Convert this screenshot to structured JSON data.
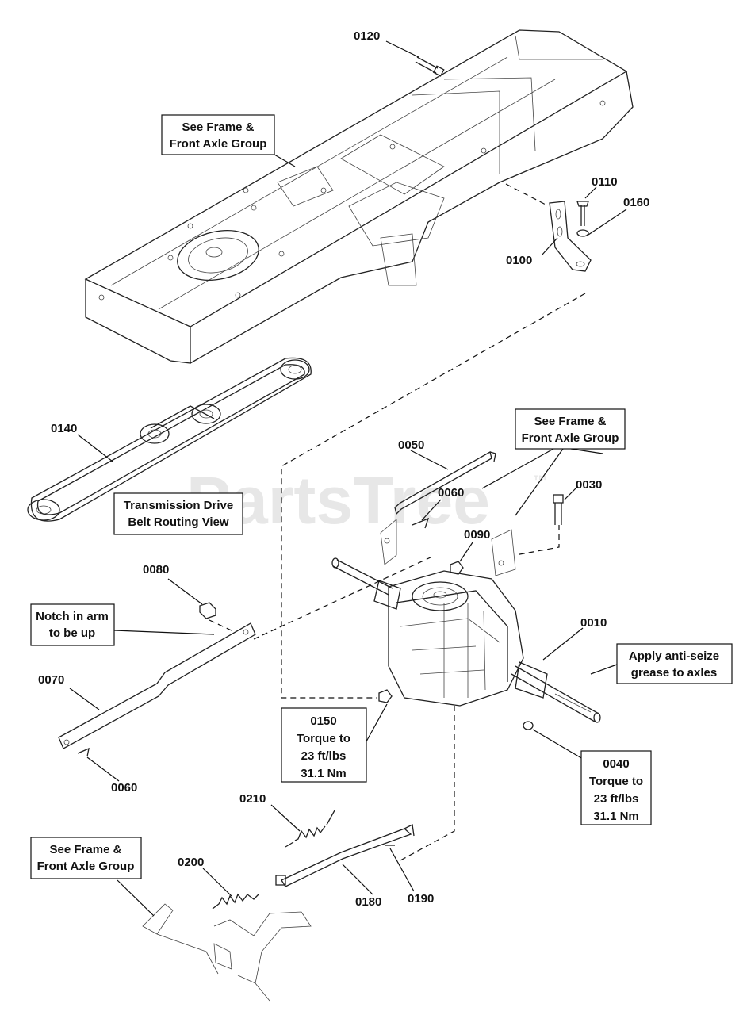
{
  "watermark": "PartsTree",
  "watermark_mark": "™",
  "labels": {
    "p0120": "0120",
    "p0110": "0110",
    "p0160": "0160",
    "p0100": "0100",
    "p0140": "0140",
    "p0050": "0050",
    "p0030": "0030",
    "p0060a": "0060",
    "p0090": "0090",
    "p0080": "0080",
    "p0010": "0010",
    "p0070": "0070",
    "p0060b": "0060",
    "p0210": "0210",
    "p0200": "0200",
    "p0180": "0180",
    "p0190": "0190"
  },
  "notes": {
    "frame1": [
      "See Frame &",
      "Front Axle Group"
    ],
    "frame2": [
      "See Frame &",
      "Front Axle Group"
    ],
    "frame3": [
      "See Frame &",
      "Front Axle Group"
    ],
    "belt": [
      "Transmission Drive",
      "Belt Routing View"
    ],
    "notch": [
      "Notch in arm",
      "to be up"
    ],
    "antiseize": [
      "Apply anti-seize",
      "grease to axles"
    ],
    "torque150": [
      "0150",
      "Torque to",
      "23 ft/lbs",
      "31.1 Nm"
    ],
    "torque040": [
      "0040",
      "Torque to",
      "23 ft/lbs",
      "31.1 Nm"
    ]
  }
}
